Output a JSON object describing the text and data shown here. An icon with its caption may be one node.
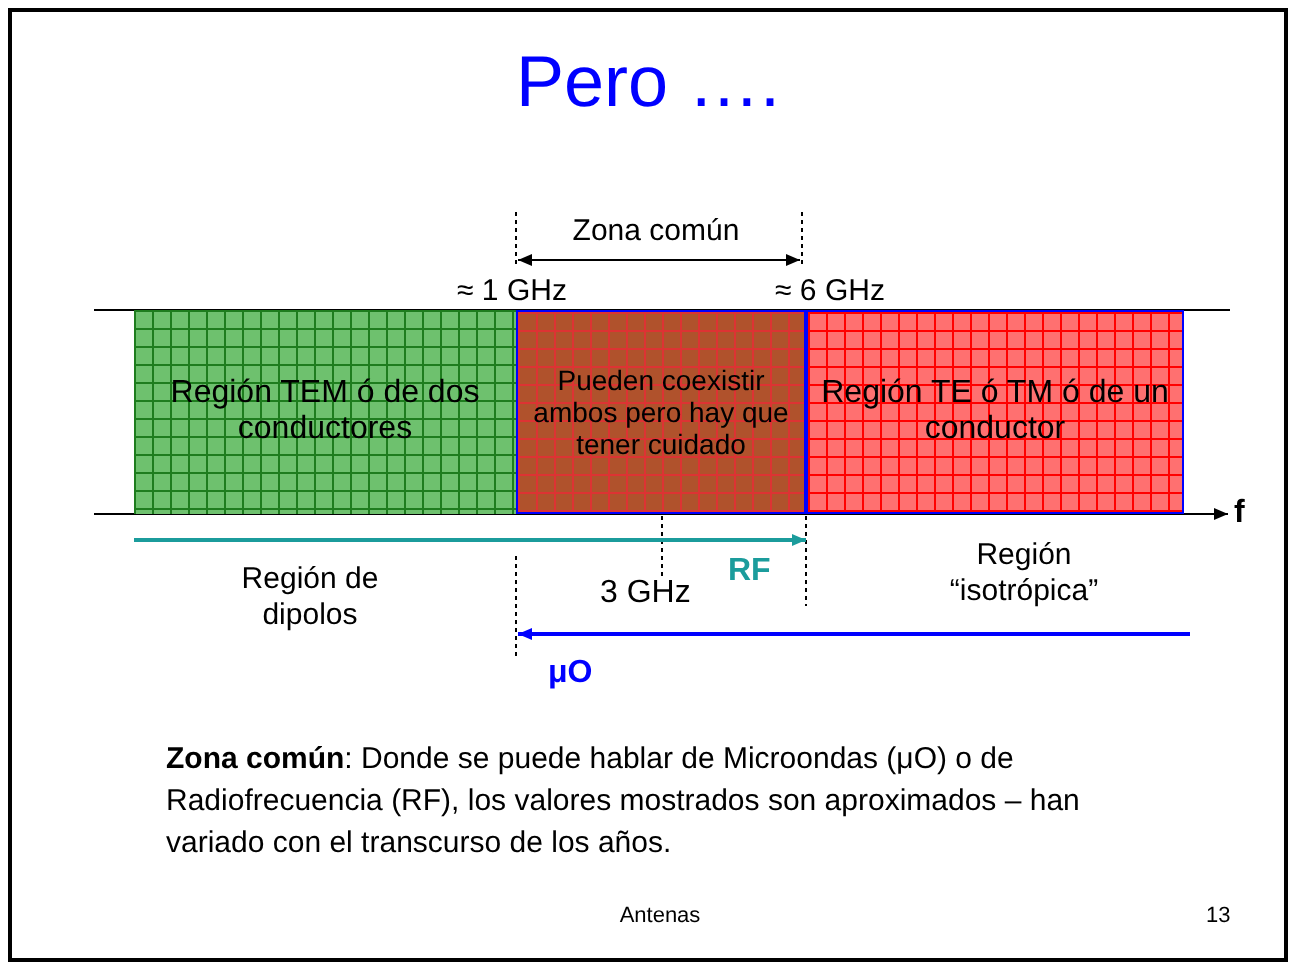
{
  "diagram": {
    "title": "Pero ….",
    "nodes": [
      {
        "text": [
          "Región TEM ó de dos conductores"
        ]
      },
      {
        "text": [
          "Pueden coexistir ambos pero hay que tener cuidado"
        ]
      },
      {
        "text": [
          "Región TE ó TM ó de un conductor"
        ]
      }
    ],
    "edges": [],
    "labels": [
      "Zona común",
      "≈ 1 GHz",
      "≈ 6 GHz",
      "f",
      "Región de dipolos",
      "3 GHz",
      "RF",
      "Región “isotrópica”",
      "μO",
      "**Zona común**: Donde se puede hablar de Microondas (μO) o de Radiofrecuencia (RF), los valores mostrados son aproximados – han variado con el transcurso de los años.",
      "Antenas",
      "13"
    ]
  }
}
